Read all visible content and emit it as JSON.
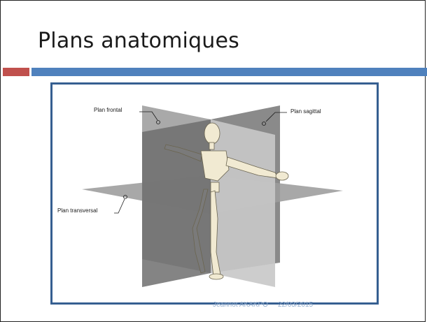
{
  "slide": {
    "title": "Plans anatomiques",
    "accent_colors": {
      "red_bar": "#c0504d",
      "blue_bar": "#4f81bd",
      "frame_border": "#365f91"
    }
  },
  "figure": {
    "labels": {
      "frontal": "Plan frontal",
      "sagittal": "Plan sagittal",
      "transversal": "Plan transversal"
    }
  },
  "footer": {
    "author": "Jeannot AKAKPO",
    "date": "22/03/2015"
  }
}
